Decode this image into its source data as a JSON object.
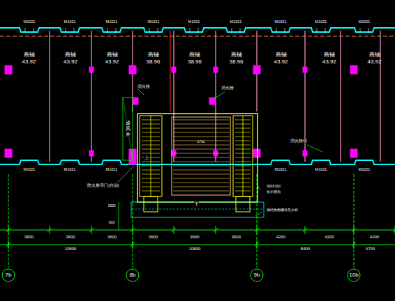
{
  "diagram": {
    "nodes": [
      {
        "text": [
          "商铺",
          "43.92"
        ]
      },
      {
        "text": [
          "商铺",
          "43.92"
        ]
      },
      {
        "text": [
          "商铺",
          "43.92"
        ]
      },
      {
        "text": [
          "商铺",
          "38.96"
        ]
      },
      {
        "text": [
          "商铺",
          "38.96"
        ]
      },
      {
        "text": [
          "商铺",
          "38.96"
        ]
      },
      {
        "text": [
          "商铺",
          "43.92"
        ]
      },
      {
        "text": [
          "商铺",
          "43.92"
        ]
      },
      {
        "text": [
          "商铺",
          "43.92"
        ]
      },
      {
        "text": [
          "7b"
        ]
      },
      {
        "text": [
          "8b"
        ]
      },
      {
        "text": [
          "9b"
        ]
      },
      {
        "text": [
          "10b"
        ]
      }
    ],
    "labels": [
      "M1021",
      "M1021",
      "M1021",
      "M1021",
      "M1021",
      "M1021",
      "M1021",
      "M1021",
      "M1021",
      "M1021",
      "M1021",
      "M1021",
      "M1021",
      "M1021",
      "M1021",
      "通风井",
      "消火栓",
      "消火栓",
      "消火栓箱",
      "上",
      "下",
      "5700",
      "防火卷帘门(自动)",
      "1500",
      "600",
      "300X300",
      "排水明沟",
      "钢结构雨棚详见大样",
      "3600",
      "3600",
      "3600",
      "3600",
      "3600",
      "3600",
      "4200",
      "4200",
      "4200",
      "10800",
      "10800",
      "8400",
      "4700"
    ]
  }
}
